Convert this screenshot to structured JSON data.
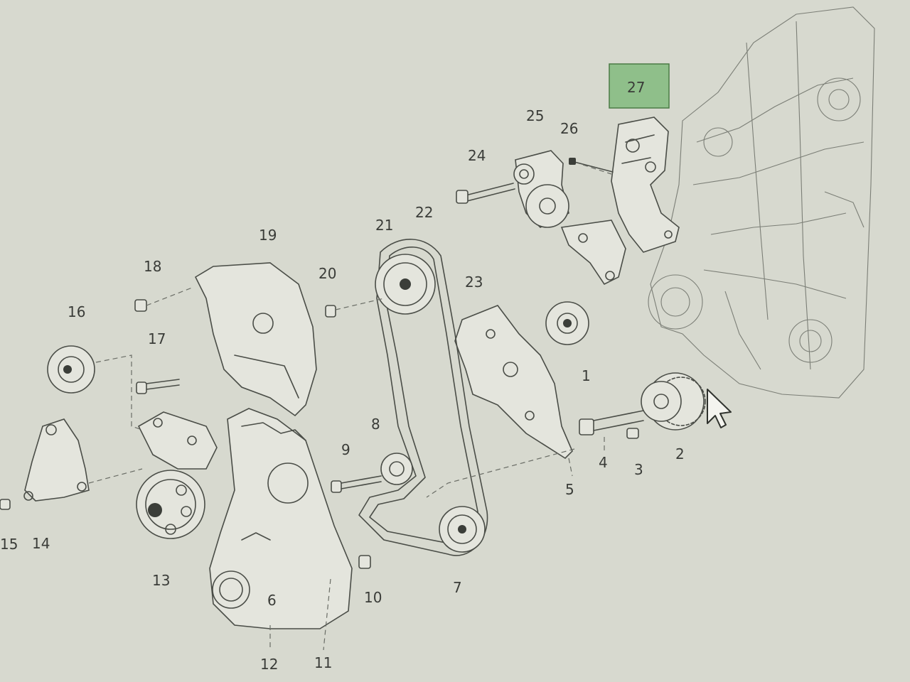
{
  "callouts": {
    "c1": "1",
    "c2": "2",
    "c3": "3",
    "c4": "4",
    "c5": "5",
    "c6": "6",
    "c7": "7",
    "c8": "8",
    "c9": "9",
    "c10": "10",
    "c11": "11",
    "c12": "12",
    "c13": "13",
    "c14": "14",
    "c15": "15",
    "c16": "16",
    "c17": "17",
    "c18": "18",
    "c19": "19",
    "c20": "20",
    "c21": "21",
    "c22": "22",
    "c23": "23",
    "c24": "24",
    "c25": "25",
    "c26": "26",
    "c27": "27"
  },
  "highlight": {
    "label": "27",
    "color": "#8fbf8a"
  },
  "icons": {
    "cursor": "mouse-pointer-icon"
  }
}
